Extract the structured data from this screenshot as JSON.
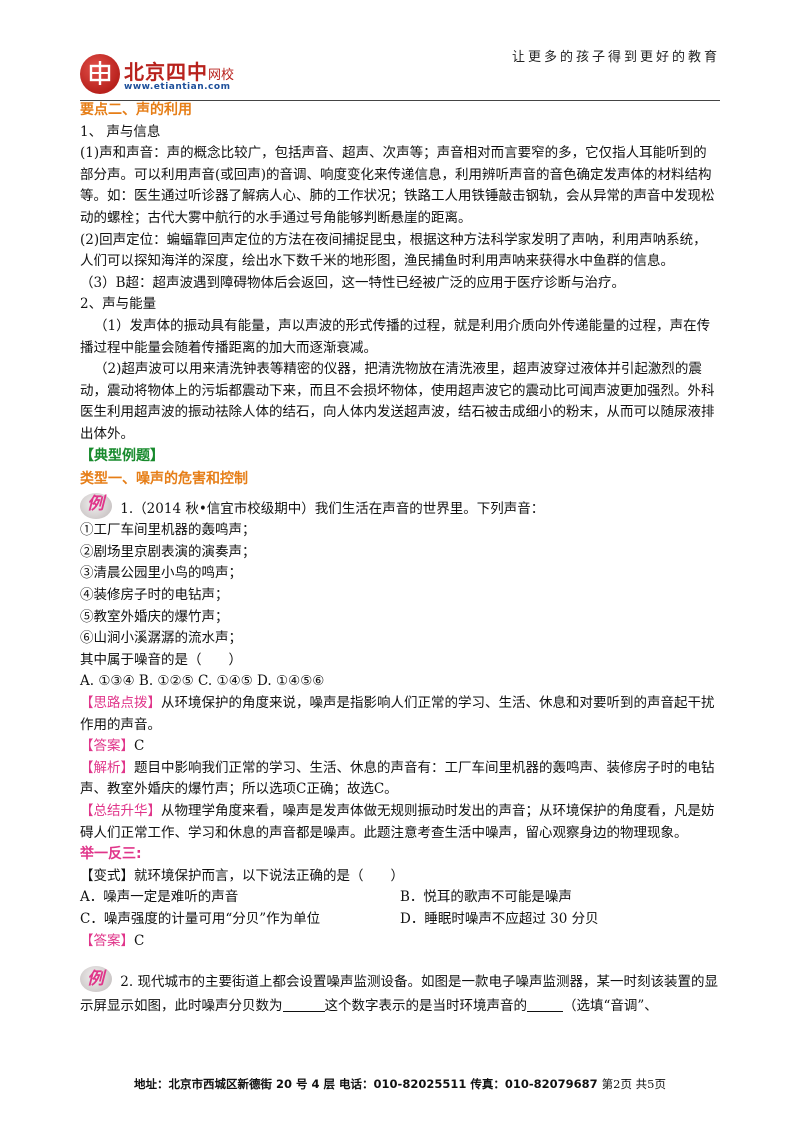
{
  "header": {
    "logo_name": "北京四中",
    "logo_suffix": "网校",
    "logo_url": "www.etiantian.com",
    "slogan": "让更多的孩子得到更好的教育"
  },
  "section": {
    "title": "要点二、声的利用",
    "sub1": "1、 声与信息",
    "p1": "(1)声和声音：声的概念比较广，包括声音、超声、次声等；声音相对而言要窄的多，它仅指人耳能听到的部分声。可以利用声音(或回声)的音调、响度变化来传递信息，利用辨听声音的音色确定发声体的材料结构等。如：医生通过听诊器了解病人心、肺的工作状况；铁路工人用铁锤敲击钢轨，会从异常的声音中发现松动的螺栓；古代大雾中航行的水手通过号角能够判断悬崖的距离。",
    "p2": "(2)回声定位：蝙蝠靠回声定位的方法在夜间捕捉昆虫，根据这种方法科学家发明了声呐，利用声呐系统，人们可以探知海洋的深度，绘出水下数千米的地形图，渔民捕鱼时利用声呐来获得水中鱼群的信息。",
    "p3": "（3）B超：超声波遇到障碍物体后会返回，这一特性已经被广泛的应用于医疗诊断与治疗。",
    "sub2": "2、声与能量",
    "p4": "（1）发声体的振动具有能量，声以声波的形式传播的过程，就是利用介质向外传递能量的过程，声在传播过程中能量会随着传播距离的加大而逐渐衰减。",
    "p5": "（2)超声波可以用来清洗钟表等精密的仪器，把清洗物放在清洗液里，超声波穿过液体并引起激烈的震动，震动将物体上的污垢都震动下来，而且不会损坏物体，使用超声波它的震动比可闻声波更加强烈。外科医生利用超声波的振动祛除人体的结石，向人体内发送超声波，结石被击成细小的粉末，从而可以随尿液排出体外。",
    "examples_title": "【典型例题】",
    "type1_title": "类型一、噪声的危害和控制"
  },
  "q1": {
    "badge": "例",
    "stem": "1.（2014 秋•信宜市校级期中）我们生活在声音的世界里。下列声音：",
    "items": [
      "①工厂车间里机器的轰鸣声；",
      "②剧场里京剧表演的演奏声；",
      "③清晨公园里小鸟的鸣声；",
      "④装修房子时的电钻声；",
      "⑤教室外婚庆的爆竹声；",
      "⑥山涧小溪潺潺的流水声；"
    ],
    "ask": "其中属于噪音的是（　　）",
    "options": "A. ①③④ B. ①②⑤ C. ①④⑤ D. ①④⑤⑥",
    "hint_tag": "【思路点拨】",
    "hint": "从环境保护的角度来说，噪声是指影响人们正常的学习、生活、休息和对要听到的声音起干扰作用的声音。",
    "answer_tag": "【答案】",
    "answer": "C",
    "analysis_tag": "【解析】",
    "analysis": "题目中影响我们正常的学习、生活、休息的声音有：工厂车间里机器的轰鸣声、装修房子时的电钻声、教室外婚庆的爆竹声；所以选项C正确；故选C。",
    "summary_tag": "【总结升华】",
    "summary": "从物理学角度来看，噪声是发声体做无规则振动时发出的声音；从环境保护的角度看，凡是妨碍人们正常工作、学习和休息的声音都是噪声。此题注意考查生活中噪声，留心观察身边的物理现象。"
  },
  "variant": {
    "title": "举一反三:",
    "stem": "【变式】就环境保护而言，以下说法正确的是（　　）",
    "opt_a": "A．噪声一定是难听的声音",
    "opt_b": "B．悦耳的歌声不可能是噪声",
    "opt_c": "C．噪声强度的计量可用“分贝”作为单位",
    "opt_d": "D．睡眠时噪声不应超过 30 分贝",
    "answer_tag": "【答案】",
    "answer": "C"
  },
  "q2": {
    "badge": "例",
    "stem_a": "2. 现代城市的主要街道上都会设置噪声监测设备。如图是一款电子噪声监测器，某一时刻该装置的显示屏显示如图，此时噪声分贝数为",
    "stem_b": "这个数字表示的是当时环境声音的",
    "stem_c": "（选填“音调”、"
  },
  "footer": {
    "address": "地址：北京市西城区新德街 20 号 4 层  电话：010-82025511  传真：010-82079687",
    "page": "第2页  共5页"
  },
  "colors": {
    "orange": "#e67e17",
    "green": "#178a2c",
    "pink": "#e0358a",
    "logo_red": "#b8211c",
    "logo_blue": "#1d4f9a"
  }
}
